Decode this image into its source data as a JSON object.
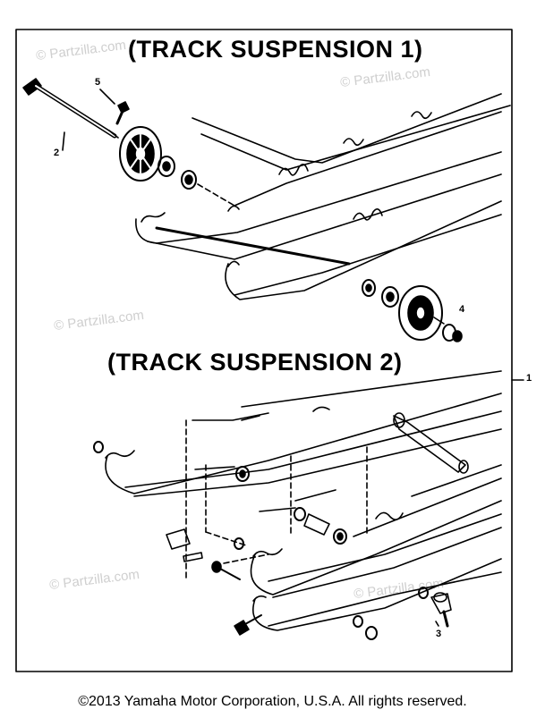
{
  "titles": {
    "section_1": "(TRACK SUSPENSION 1)",
    "section_2": "(TRACK SUSPENSION 2)"
  },
  "callouts": {
    "c1": "1",
    "c2": "2",
    "c3": "3",
    "c4": "4",
    "c5": "5"
  },
  "watermarks": {
    "w1": "© Partzilla.com",
    "w2": "© Partzilla.com",
    "w3": "© Partzilla.com",
    "w4": "© Partzilla.com",
    "w5": "© Partzilla.com"
  },
  "footer": {
    "copyright": "©2013 Yamaha Motor Corporation, U.S.A. All rights reserved."
  }
}
